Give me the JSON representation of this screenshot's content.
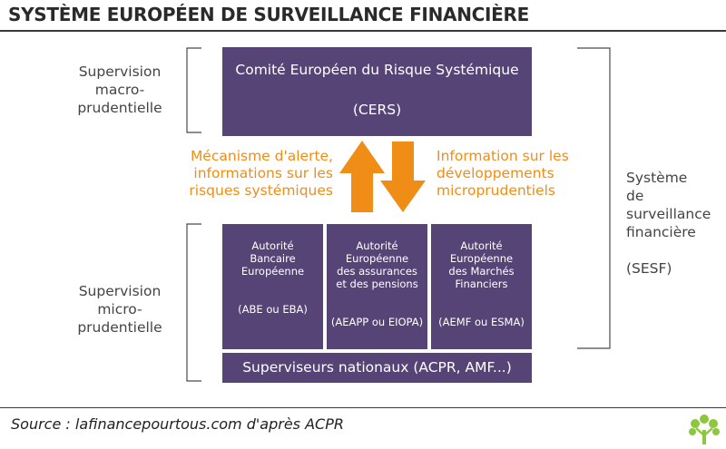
{
  "title": "SYSTÈME EUROPÉEN DE SURVEILLANCE FINANCIÈRE",
  "source": "Source : lafinancepourtous.com d'après ACPR",
  "labels": {
    "macro": [
      "Supervision",
      "macro-prudentielle"
    ],
    "micro": [
      "Supervision",
      "micro-prudentielle"
    ],
    "sesf": [
      "Système de",
      "surveillance",
      "financière"
    ],
    "sesf_abbr": "(SESF)"
  },
  "cers": {
    "name": "Comité Européen du Risque Systémique",
    "abbr": "(CERS)"
  },
  "flows": {
    "up": [
      "Mécanisme d'alerte,",
      "informations sur les",
      "risques systémiques"
    ],
    "down": [
      "Information sur les",
      "développements",
      "microprudentiels"
    ]
  },
  "authorities": [
    {
      "name": [
        "Autorité",
        "Bancaire",
        "Européenne"
      ],
      "abbr": "(ABE ou EBA)"
    },
    {
      "name": [
        "Autorité",
        "Européenne",
        "des assurances",
        "et des pensions"
      ],
      "abbr": "(AEAPP ou EIOPA)"
    },
    {
      "name": [
        "Autorité",
        "Européenne",
        "des Marchés",
        "Financiers"
      ],
      "abbr": "(AEMF ou ESMA)"
    }
  ],
  "national": "Superviseurs nationaux (ACPR, AMF...)",
  "colors": {
    "box": "#564477",
    "accent": "#ef8d17",
    "logo": "#8dc63f"
  }
}
